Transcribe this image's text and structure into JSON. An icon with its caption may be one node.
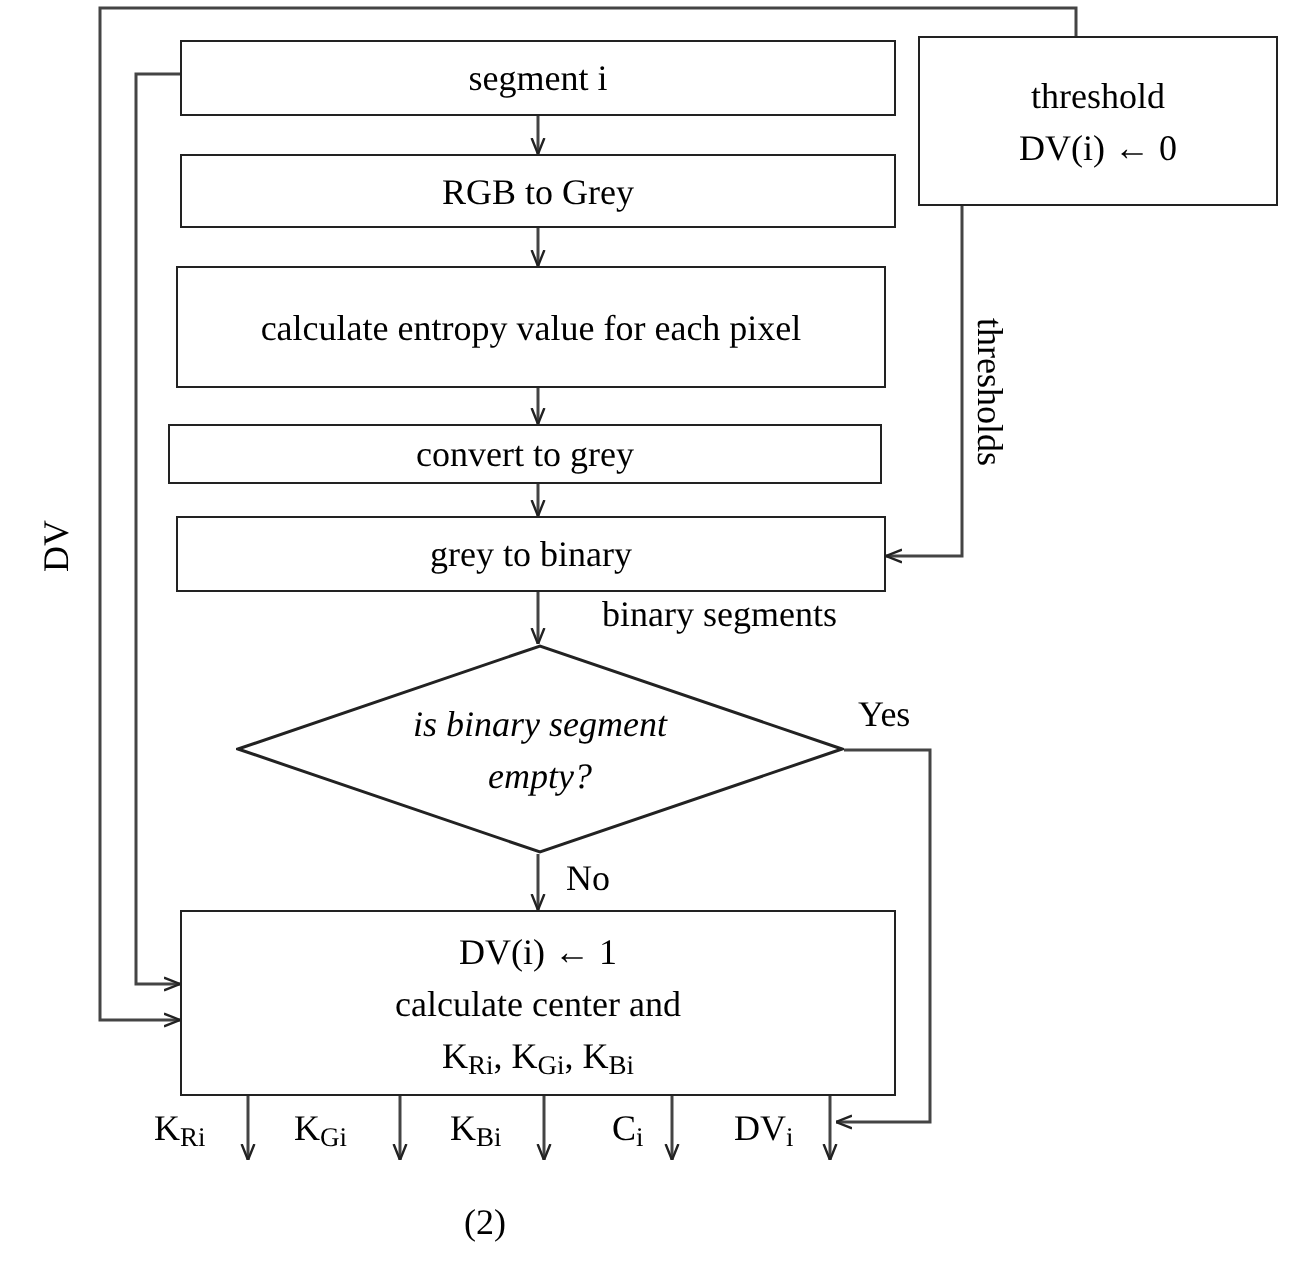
{
  "diagram": {
    "caption": "(2)",
    "nodes": [
      {
        "text": [
          "segment i"
        ]
      },
      {
        "text": [
          "RGB to Grey"
        ]
      },
      {
        "text": [
          "calculate entropy value for each pixel"
        ]
      },
      {
        "text": [
          "convert to grey"
        ]
      },
      {
        "text": [
          "grey to binary"
        ]
      },
      {
        "text": [
          "threshold",
          "DV(i) ← 0"
        ]
      },
      {
        "text": [
          "is binary segment empty?"
        ]
      },
      {
        "text": [
          "DV(i) ← 1",
          "calculate center and",
          "K$_{Ri}$, K$_{Gi}$, K$_{Bi}$"
        ]
      }
    ],
    "edges": [
      {
        "from": 0,
        "to": 1,
        "arrow": "to"
      },
      {
        "from": 1,
        "to": 2,
        "arrow": "to"
      },
      {
        "from": 2,
        "to": 3,
        "arrow": "to"
      },
      {
        "from": 3,
        "to": 4,
        "arrow": "to"
      },
      {
        "from": 4,
        "to": 6,
        "arrow": "to",
        "label": "binary segments"
      },
      {
        "from": 5,
        "to": 4,
        "arrow": "to",
        "label": "thresholds"
      },
      {
        "from": 6,
        "to": 7,
        "arrow": "to",
        "label": "No"
      },
      {
        "from": 0,
        "to": 7,
        "arrow": "to"
      },
      {
        "from": 5,
        "to": 7,
        "arrow": "to",
        "label": "DV"
      },
      {
        "from": 6,
        "to": 7,
        "arrow": "to",
        "label": "Yes"
      },
      {
        "from": 7,
        "to": null,
        "arrow": "to",
        "label": "K$_{Ri}$"
      },
      {
        "from": 7,
        "to": null,
        "arrow": "to",
        "label": "K$_{Gi}$"
      },
      {
        "from": 7,
        "to": null,
        "arrow": "to",
        "label": "K$_{Bi}$"
      },
      {
        "from": 7,
        "to": null,
        "arrow": "to",
        "label": "C$_{i}$"
      },
      {
        "from": 7,
        "to": null,
        "arrow": "to",
        "label": "DV$_{i}$"
      }
    ]
  }
}
